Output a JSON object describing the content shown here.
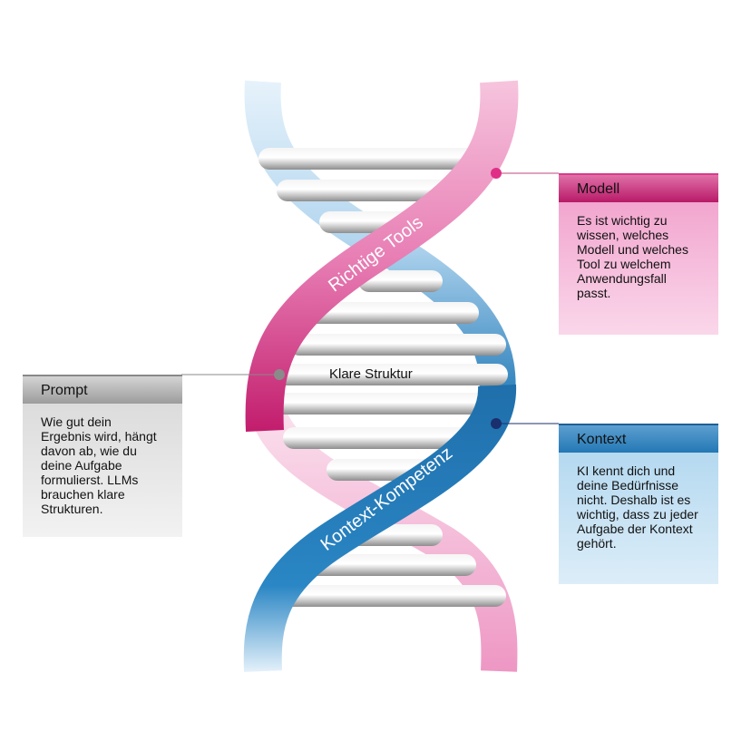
{
  "helix": {
    "ribbon_top": "Richtige Tools",
    "ribbon_bottom": "Kontext-Kompetenz",
    "center_label": "Klare Struktur"
  },
  "boxes": {
    "modell": {
      "title": "Modell",
      "text": "Es ist wichtig zu wissen, welches Modell und welches Tool zu welchem Anwendungsfall passt."
    },
    "kontext": {
      "title": "Kontext",
      "text": "KI kennt dich und deine Bedürfnisse nicht. Deshalb ist es wichtig, dass zu jeder Aufgabe der Kontext gehört."
    },
    "prompt": {
      "title": "Prompt",
      "text": "Wie gut dein Ergebnis wird, hängt davon ab, wie du deine Aufgabe formulierst. LLMs brauchen klare Strukturen."
    }
  },
  "colors": {
    "pink": "#e46aa6",
    "blue": "#2179b5",
    "gray": "#8a8a8a",
    "navy": "#1a2f6e"
  }
}
